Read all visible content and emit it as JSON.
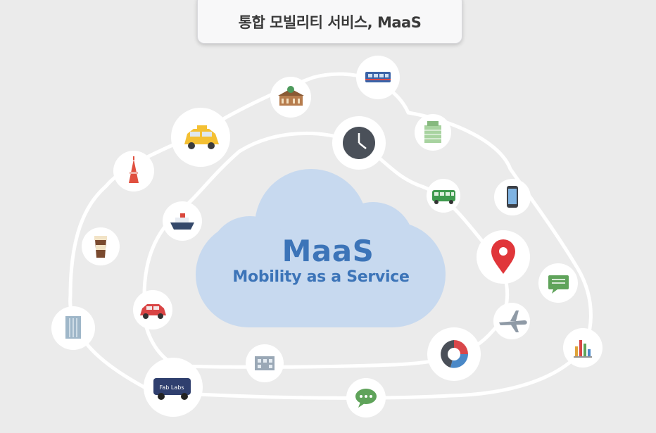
{
  "header": {
    "title": "통합 모빌리티 서비스, MaaS"
  },
  "cloud": {
    "title": "MaaS",
    "subtitle": "Mobility as a Service"
  },
  "bus_label": "Fab Labs",
  "colors": {
    "cloud": "#c7d9ef",
    "text": "#3c74b8",
    "ring": "#ffffff",
    "background": "#ebebeb"
  },
  "icons": [
    "city-bus-icon",
    "heritage-building-icon",
    "office-building-icon",
    "taxi-icon",
    "clock-icon",
    "tower-icon",
    "smartphone-icon",
    "green-bus-icon",
    "ferry-icon",
    "coffee-cup-icon",
    "map-pin-icon",
    "message-icon",
    "car-icon",
    "airplane-icon",
    "skyscraper-icon",
    "donut-chart-icon",
    "bar-chart-icon",
    "apartment-icon",
    "shuttle-bus-icon",
    "chat-bubble-icon"
  ]
}
